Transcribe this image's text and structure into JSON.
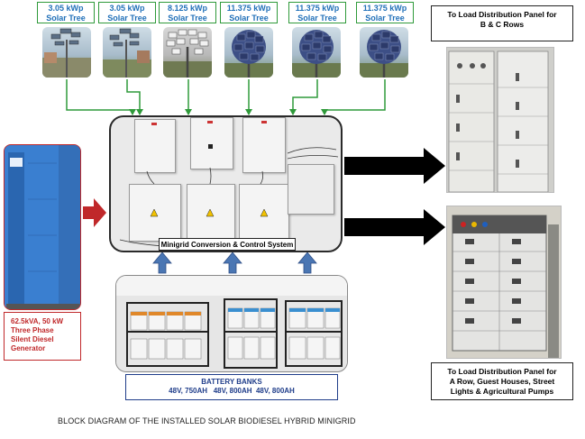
{
  "solar_trees": [
    {
      "rating": "3.05 kWp",
      "label": "Solar Tree"
    },
    {
      "rating": "3.05 kWp",
      "label": "Solar Tree"
    },
    {
      "rating": "8.125 kWp",
      "label": "Solar Tree"
    },
    {
      "rating": "11.375 kWp",
      "label": "Solar Tree"
    },
    {
      "rating": "11.375 kWp",
      "label": "Solar Tree"
    },
    {
      "rating": "11.375 kWp",
      "label": "Solar Tree"
    }
  ],
  "control_system": {
    "label": "Minigrid Conversion & Control System"
  },
  "generator": {
    "lines": [
      "62.5kVA,  50 kW",
      "Three Phase",
      "Silent Diesel",
      "Generator"
    ]
  },
  "battery": {
    "title": "BATTERY BANKS",
    "specs": "48V, 750AH   48V, 800AH  48V, 800AH"
  },
  "load_panel_top": {
    "lines": [
      "To Load Distribution Panel for",
      "B & C Rows"
    ]
  },
  "load_panel_bottom": {
    "lines": [
      "To Load Distribution Panel for",
      "A Row, Guest Houses, Street",
      "Lights & Agricultural Pumps"
    ]
  },
  "caption": "BLOCK DIAGRAM OF THE INSTALLED SOLAR BIODIESEL HYBRID MINIGRID",
  "colors": {
    "tree_border": "#2f9a3a",
    "tree_text": "#1f6fb8",
    "generator_border": "#c0282a",
    "battery_border": "#1f3d8a",
    "arrow_blue": "#4a76b3",
    "arrow_red": "#c0282a"
  }
}
